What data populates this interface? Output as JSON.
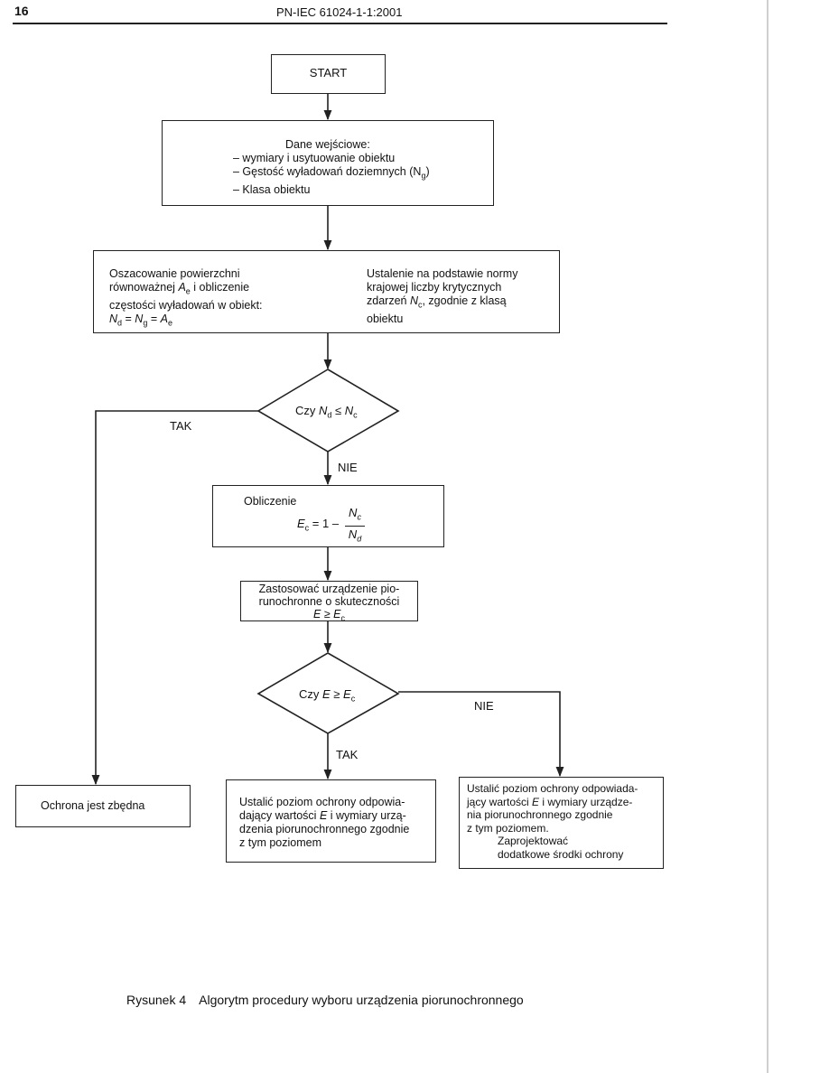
{
  "header": {
    "page_number": "16",
    "document_id": "PN-IEC 61024-1-1:2001"
  },
  "flowchart": {
    "start": "START",
    "input": {
      "title": "Dane wejściowe:",
      "item1": "– wymiary i usytuowanie obiektu",
      "item2": "– Gęstość wyładowań doziemnych (N",
      "item2_sub": "g",
      "item2_end": ")",
      "item3": "– Klasa obiektu"
    },
    "estimate": {
      "left_line1": "Oszacowanie powierzchni",
      "left_line2_a": "równoważnej ",
      "left_line2_var": "A",
      "left_line2_sub": "e",
      "left_line2_b": " i obliczenie",
      "left_line3": "częstości wyładowań w obiekt:",
      "formula_nd": "N",
      "formula_nd_sub": "d",
      "formula_eq1": " = ",
      "formula_ng": "N",
      "formula_ng_sub": "g",
      "formula_eq2": " = ",
      "formula_ae": "A",
      "formula_ae_sub": "e",
      "right_line1": "Ustalenie na podstawie normy",
      "right_line2": "krajowej liczby krytycznych",
      "right_line3_a": "zdarzeń ",
      "right_line3_var": "N",
      "right_line3_sub": "c",
      "right_line3_b": ", zgodnie z klasą",
      "right_line4": "obiektu"
    },
    "decision1": {
      "prefix": "Czy ",
      "var1": "N",
      "sub1": "d",
      "op": " ≤ ",
      "var2": "N",
      "sub2": "c",
      "yes_label": "TAK",
      "no_label": "NIE"
    },
    "calc": {
      "title": "Obliczenie",
      "lhs": "E",
      "lhs_sub": "c",
      "eq": " = 1 – ",
      "num": "N",
      "num_sub": "c",
      "den": "N",
      "den_sub": "d"
    },
    "apply": {
      "line1": "Zastosować urządzenie pio-",
      "line2": "runochronne o skuteczności",
      "line3_var": "E",
      "line3_op": " ≥ ",
      "line3_var2": "E",
      "line3_sub": "c"
    },
    "decision2": {
      "prefix": "Czy ",
      "var1": "E",
      "op": " ≥ ",
      "var2": "E",
      "sub2": "c",
      "yes_label": "TAK",
      "no_label": "NIE"
    },
    "no_protection": "Ochrona jest zbędna",
    "level_box": {
      "line1": "Ustalić poziom ochrony odpowia-",
      "line2_a": "dający wartości ",
      "line2_var": "E",
      "line2_b": " i wymiary urzą-",
      "line3": "dzenia piorunochronnego zgodnie",
      "line4": "z tym poziomem"
    },
    "level_extra_box": {
      "line1": "Ustalić poziom ochrony odpowiada-",
      "line2_a": "jący wartości ",
      "line2_var": "E",
      "line2_b": " i wymiary urządze-",
      "line3": "nia piorunochronnego zgodnie",
      "line4": "z tym poziomem.",
      "line5": "Zaprojektować",
      "line6": "dodatkowe środki ochrony"
    }
  },
  "caption": {
    "label": "Rysunek 4",
    "text": "Algorytm procedury wyboru urządzenia piorunochronnego"
  },
  "colors": {
    "ink": "#222222",
    "paper": "#ffffff"
  }
}
